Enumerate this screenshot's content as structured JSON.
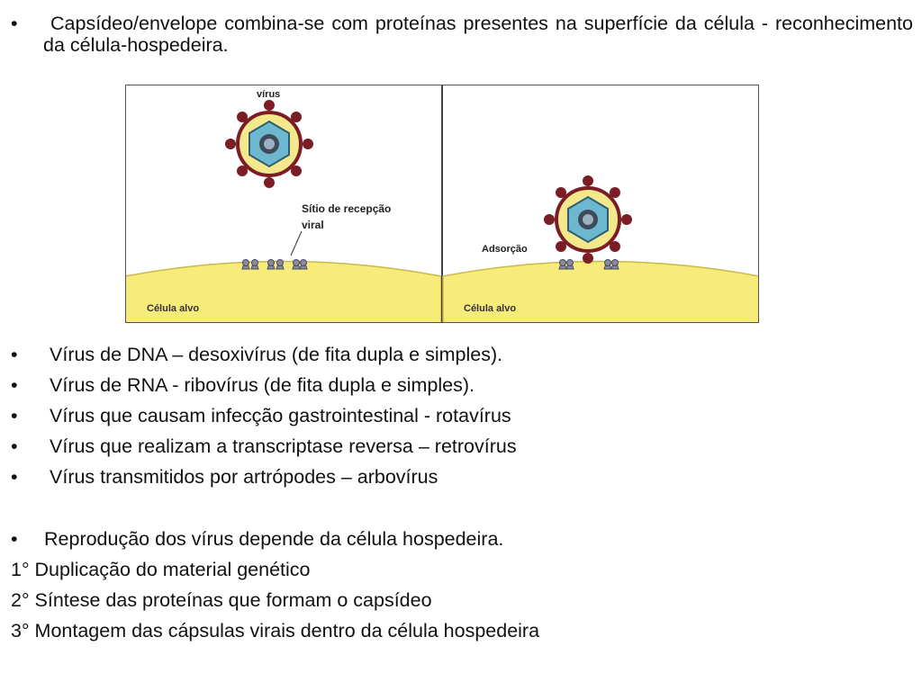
{
  "intro": {
    "bullet": "•",
    "text": "Capsídeo/envelope combina-se com proteínas presentes na superfície da célula - reconhecimento da célula-hospedeira."
  },
  "figure": {
    "left_panel": {
      "virus_label": "vírus",
      "receptor_label_line1": "Sítio de recepção",
      "receptor_label_line2": "viral",
      "cell_label": "Célula alvo"
    },
    "right_panel": {
      "adsorption_label": "Adsorção",
      "cell_label": "Célula alvo"
    },
    "colors": {
      "cell": "#f7ec7a",
      "envelope": "#f4e98a",
      "capsid": "#6db7cf",
      "spike": "#7a1d24",
      "receptor": "#8a8aa0"
    }
  },
  "virus_types": [
    "Vírus de DNA – desoxivírus (de fita dupla e simples).",
    "Vírus de RNA - ribovírus (de fita dupla e simples).",
    "Vírus que causam infecção gastrointestinal - rotavírus",
    "Vírus que realizam a transcriptase reversa – retrovírus",
    "Vírus transmitidos por artrópodes – arbovírus"
  ],
  "reproduction": {
    "bullet_text": "Reprodução dos vírus depende da célula hospedeira.",
    "steps": [
      "1° Duplicação do material genético",
      "2° Síntese das proteínas que formam o capsídeo",
      "3° Montagem das cápsulas virais dentro da célula hospedeira"
    ]
  }
}
